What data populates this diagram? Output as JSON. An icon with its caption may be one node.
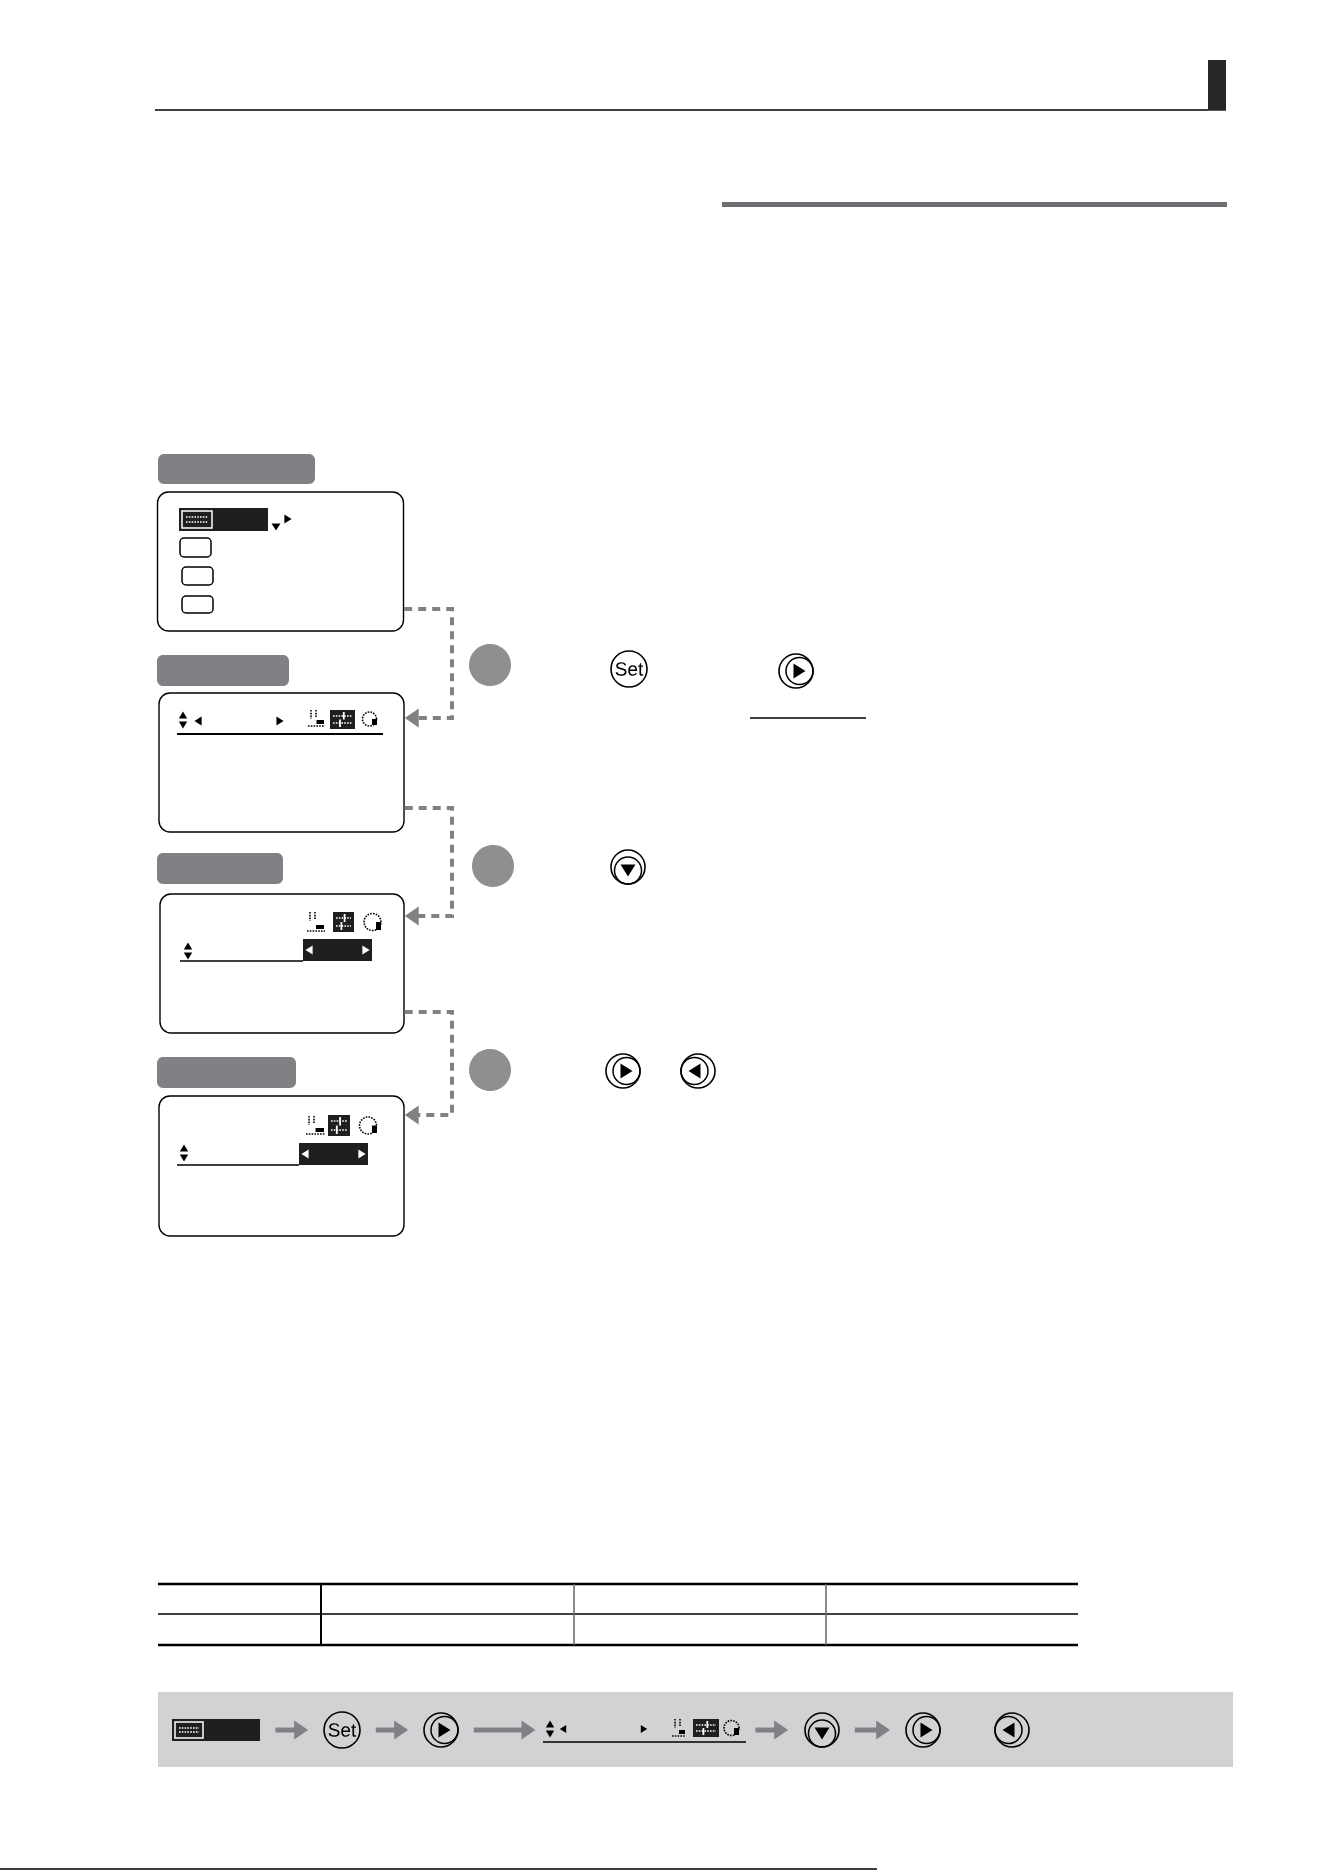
{
  "diagram": {
    "nodes": [
      {
        "text": [],
        "shape": "bar"
      },
      {
        "text": [],
        "shape": "box"
      },
      {
        "text": [],
        "shape": "bar"
      },
      {
        "text": [],
        "shape": "box"
      },
      {
        "text": [],
        "shape": "bar"
      },
      {
        "text": [],
        "shape": "box"
      },
      {
        "text": [],
        "shape": "bar"
      },
      {
        "text": [],
        "shape": "box"
      },
      {
        "text": [
          "Set"
        ]
      },
      {
        "text": [],
        "shape": "circle"
      },
      {
        "text": [],
        "shape": "circle"
      },
      {
        "text": [],
        "shape": "circle"
      },
      {
        "text": [],
        "shape": "circle"
      },
      {
        "text": [],
        "shape": "picture"
      },
      {
        "text": [
          "Set"
        ]
      },
      {
        "text": [],
        "shape": "circle"
      },
      {
        "text": [],
        "shape": "picture"
      },
      {
        "text": [],
        "shape": "circle"
      },
      {
        "text": [],
        "shape": "circle"
      },
      {
        "text": [],
        "shape": "circle"
      }
    ],
    "edges": [
      {
        "from": 1,
        "to": 3,
        "arrow": "to",
        "style": "dashed"
      },
      {
        "from": 3,
        "to": 5,
        "arrow": "to",
        "style": "dashed"
      },
      {
        "from": 5,
        "to": 7,
        "arrow": "to",
        "style": "dashed"
      },
      {
        "from": 13,
        "to": 14,
        "arrow": "to"
      },
      {
        "from": 14,
        "to": 15,
        "arrow": "to"
      },
      {
        "from": 15,
        "to": 16,
        "arrow": "to"
      },
      {
        "from": 16,
        "to": 17,
        "arrow": "to"
      },
      {
        "from": 17,
        "to": 18,
        "arrow": "to"
      }
    ]
  }
}
